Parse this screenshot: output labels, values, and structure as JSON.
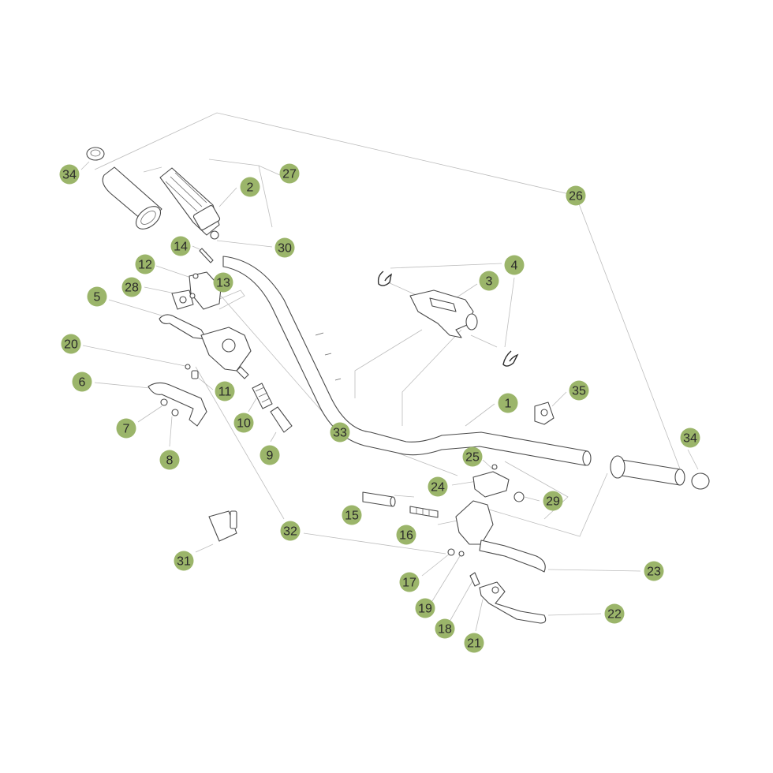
{
  "colors": {
    "badge_fill": "#9bb56a",
    "badge_text": "#2a2a2a",
    "leader": "#bdbdbd",
    "part_stroke": "#4a4a4a"
  },
  "callouts": [
    {
      "id": "c1",
      "label": "1"
    },
    {
      "id": "c2",
      "label": "2"
    },
    {
      "id": "c3",
      "label": "3"
    },
    {
      "id": "c4",
      "label": "4"
    },
    {
      "id": "c5",
      "label": "5"
    },
    {
      "id": "c6",
      "label": "6"
    },
    {
      "id": "c7",
      "label": "7"
    },
    {
      "id": "c8",
      "label": "8"
    },
    {
      "id": "c9",
      "label": "9"
    },
    {
      "id": "c10",
      "label": "10"
    },
    {
      "id": "c11",
      "label": "11"
    },
    {
      "id": "c12",
      "label": "12"
    },
    {
      "id": "c13",
      "label": "13"
    },
    {
      "id": "c14",
      "label": "14"
    },
    {
      "id": "c15",
      "label": "15"
    },
    {
      "id": "c16",
      "label": "16"
    },
    {
      "id": "c17",
      "label": "17"
    },
    {
      "id": "c18",
      "label": "18"
    },
    {
      "id": "c19",
      "label": "19"
    },
    {
      "id": "c20",
      "label": "20"
    },
    {
      "id": "c21",
      "label": "21"
    },
    {
      "id": "c22",
      "label": "22"
    },
    {
      "id": "c23",
      "label": "23"
    },
    {
      "id": "c24",
      "label": "24"
    },
    {
      "id": "c25",
      "label": "25"
    },
    {
      "id": "c26",
      "label": "26"
    },
    {
      "id": "c27",
      "label": "27"
    },
    {
      "id": "c28",
      "label": "28"
    },
    {
      "id": "c29",
      "label": "29"
    },
    {
      "id": "c30",
      "label": "30"
    },
    {
      "id": "c31",
      "label": "31"
    },
    {
      "id": "c32",
      "label": "32"
    },
    {
      "id": "c33",
      "label": "33"
    },
    {
      "id": "c34a",
      "label": "34"
    },
    {
      "id": "c34b",
      "label": "34"
    },
    {
      "id": "c35",
      "label": "35"
    }
  ]
}
